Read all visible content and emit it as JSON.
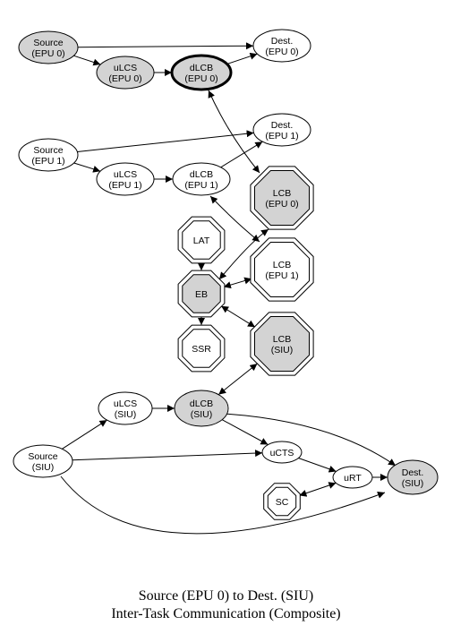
{
  "title": "Source (EPU 0) to Dest. (SIU)",
  "subtitle": "Inter-Task Communication (Composite)",
  "colors": {
    "fill_gray": "#d3d3d3",
    "fill_white": "#ffffff",
    "stroke": "#000000"
  },
  "nodes": [
    {
      "id": "src0",
      "lines": [
        "Source",
        "(EPU 0)"
      ],
      "shape": "ellipse",
      "fill": "gray"
    },
    {
      "id": "ulcs0",
      "lines": [
        "uLCS",
        "(EPU 0)"
      ],
      "shape": "ellipse",
      "fill": "gray"
    },
    {
      "id": "dlcb0",
      "lines": [
        "dLCB",
        "(EPU 0)"
      ],
      "shape": "ellipse",
      "fill": "gray",
      "bold": true
    },
    {
      "id": "dest0",
      "lines": [
        "Dest.",
        "(EPU 0)"
      ],
      "shape": "ellipse",
      "fill": "white"
    },
    {
      "id": "src1",
      "lines": [
        "Source",
        "(EPU 1)"
      ],
      "shape": "ellipse",
      "fill": "white"
    },
    {
      "id": "ulcs1",
      "lines": [
        "uLCS",
        "(EPU 1)"
      ],
      "shape": "ellipse",
      "fill": "white"
    },
    {
      "id": "dlcb1",
      "lines": [
        "dLCB",
        "(EPU 1)"
      ],
      "shape": "ellipse",
      "fill": "white"
    },
    {
      "id": "dest1",
      "lines": [
        "Dest.",
        "(EPU 1)"
      ],
      "shape": "ellipse",
      "fill": "white"
    },
    {
      "id": "lcb0",
      "lines": [
        "LCB",
        "(EPU 0)"
      ],
      "shape": "octagon",
      "fill": "gray"
    },
    {
      "id": "lcb1",
      "lines": [
        "LCB",
        "(EPU 1)"
      ],
      "shape": "octagon",
      "fill": "white"
    },
    {
      "id": "lat",
      "lines": [
        "LAT"
      ],
      "shape": "octagon",
      "fill": "white"
    },
    {
      "id": "eb",
      "lines": [
        "EB"
      ],
      "shape": "octagon",
      "fill": "gray"
    },
    {
      "id": "ssr",
      "lines": [
        "SSR"
      ],
      "shape": "octagon",
      "fill": "white"
    },
    {
      "id": "lcbsiu",
      "lines": [
        "LCB",
        "(SIU)"
      ],
      "shape": "octagon",
      "fill": "gray"
    },
    {
      "id": "ulcssiu",
      "lines": [
        "uLCS",
        "(SIU)"
      ],
      "shape": "ellipse",
      "fill": "white"
    },
    {
      "id": "dlcbsiu",
      "lines": [
        "dLCB",
        "(SIU)"
      ],
      "shape": "ellipse",
      "fill": "gray"
    },
    {
      "id": "srcsiu",
      "lines": [
        "Source",
        "(SIU)"
      ],
      "shape": "ellipse",
      "fill": "white"
    },
    {
      "id": "ucts",
      "lines": [
        "uCTS"
      ],
      "shape": "ellipse",
      "fill": "white"
    },
    {
      "id": "urt",
      "lines": [
        "uRT"
      ],
      "shape": "ellipse",
      "fill": "white"
    },
    {
      "id": "sc",
      "lines": [
        "SC"
      ],
      "shape": "octagon",
      "fill": "white"
    },
    {
      "id": "destsiu",
      "lines": [
        "Dest.",
        "(SIU)"
      ],
      "shape": "ellipse",
      "fill": "gray"
    }
  ],
  "edges": [
    {
      "from": "src0",
      "to": "dest0",
      "dir": "forward"
    },
    {
      "from": "src0",
      "to": "ulcs0",
      "dir": "forward"
    },
    {
      "from": "ulcs0",
      "to": "dlcb0",
      "dir": "forward"
    },
    {
      "from": "dlcb0",
      "to": "dest0",
      "dir": "forward"
    },
    {
      "from": "dlcb0",
      "to": "lcb0",
      "dir": "both"
    },
    {
      "from": "src1",
      "to": "dest1",
      "dir": "forward"
    },
    {
      "from": "src1",
      "to": "ulcs1",
      "dir": "forward"
    },
    {
      "from": "ulcs1",
      "to": "dlcb1",
      "dir": "forward"
    },
    {
      "from": "dlcb1",
      "to": "dest1",
      "dir": "forward"
    },
    {
      "from": "dlcb1",
      "to": "lcb1",
      "dir": "both"
    },
    {
      "from": "lat",
      "to": "eb",
      "dir": "forward"
    },
    {
      "from": "eb",
      "to": "ssr",
      "dir": "forward"
    },
    {
      "from": "eb",
      "to": "lcb0",
      "dir": "both"
    },
    {
      "from": "eb",
      "to": "lcb1",
      "dir": "both"
    },
    {
      "from": "eb",
      "to": "lcbsiu",
      "dir": "both"
    },
    {
      "from": "dlcbsiu",
      "to": "lcbsiu",
      "dir": "both"
    },
    {
      "from": "srcsiu",
      "to": "ulcssiu",
      "dir": "forward"
    },
    {
      "from": "ulcssiu",
      "to": "dlcbsiu",
      "dir": "forward"
    },
    {
      "from": "dlcbsiu",
      "to": "ucts",
      "dir": "forward"
    },
    {
      "from": "dlcbsiu",
      "to": "destsiu",
      "dir": "forward"
    },
    {
      "from": "srcsiu",
      "to": "ucts",
      "dir": "forward"
    },
    {
      "from": "srcsiu",
      "to": "destsiu",
      "dir": "forward"
    },
    {
      "from": "ucts",
      "to": "urt",
      "dir": "forward"
    },
    {
      "from": "urt",
      "to": "destsiu",
      "dir": "forward"
    },
    {
      "from": "sc",
      "to": "urt",
      "dir": "both"
    }
  ]
}
